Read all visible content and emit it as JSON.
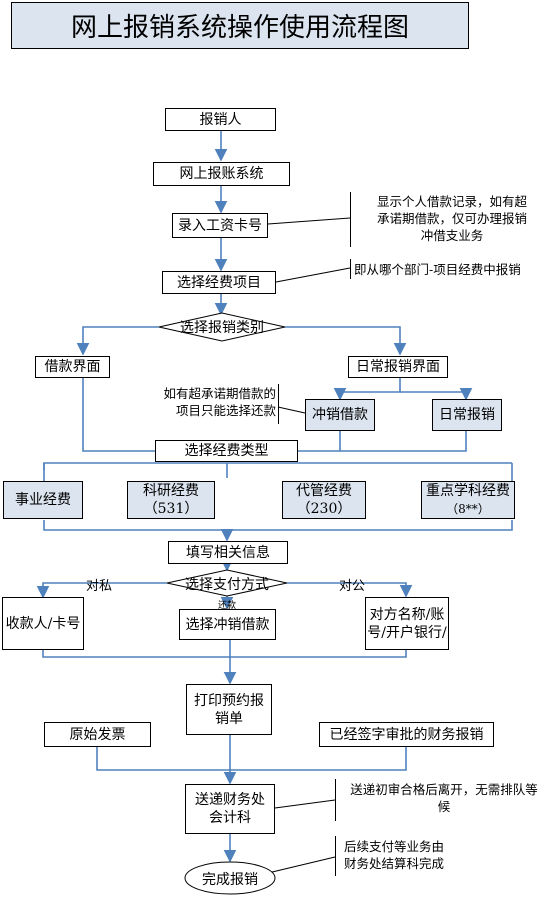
{
  "title": "网上报销系统操作使用流程图",
  "nodes": {
    "reporter": "报销人",
    "online_system": "网上报账系统",
    "enter_salary_card": "录入工资卡号",
    "select_project": "选择经费项目",
    "select_category": "选择报销类别",
    "loan_interface": "借款界面",
    "daily_interface": "日常报销界面",
    "offset_loan": "冲销借款",
    "daily_reimburse": "日常报销",
    "select_fund_type": "选择经费类型",
    "fund_business": "事业经费",
    "fund_research_line1": "科研经费",
    "fund_research_line2": "（531）",
    "fund_managed_line1": "代管经费",
    "fund_managed_line2": "（230）",
    "fund_key_line1": "重点学科经费",
    "fund_key_line2": "（8**）",
    "fill_info": "填写相关信息",
    "select_payment": "选择支付方式",
    "payee_card": "收款人/卡号",
    "select_offset_loan": "选择冲销借款",
    "counterparty_line1": "对方名称/账",
    "counterparty_line2": "号/开户银行/",
    "print_form_line1": "打印预约报",
    "print_form_line2": "销单",
    "original_invoice": "原始发票",
    "signed_approved": "已经签字审批的财务报销",
    "deliver_line1": "送递财务处",
    "deliver_line2": "会计科",
    "complete": "完成报销"
  },
  "notes": {
    "loan_record_line1": "显示个人借款记录，如有超",
    "loan_record_line2": "承诺期借款，仅可办理报销",
    "loan_record_line3": "冲借支业务",
    "from_dept": "即从哪个部门-项目经费中报销",
    "overdue_line1": "如有超承诺期借款的",
    "overdue_line2": "项目只能选择还款",
    "deliver_note_line1": "送递初审合格后离开，无需排队等",
    "deliver_note_line2": "候",
    "complete_note_line1": "后续支付等业务由",
    "complete_note_line2": "财务处结算科完成"
  },
  "edge_labels": {
    "private": "对私",
    "public": "对公",
    "repay": "还款"
  },
  "colors": {
    "arrow": "#4f81bd",
    "box_fill": "#dbe4ef"
  }
}
